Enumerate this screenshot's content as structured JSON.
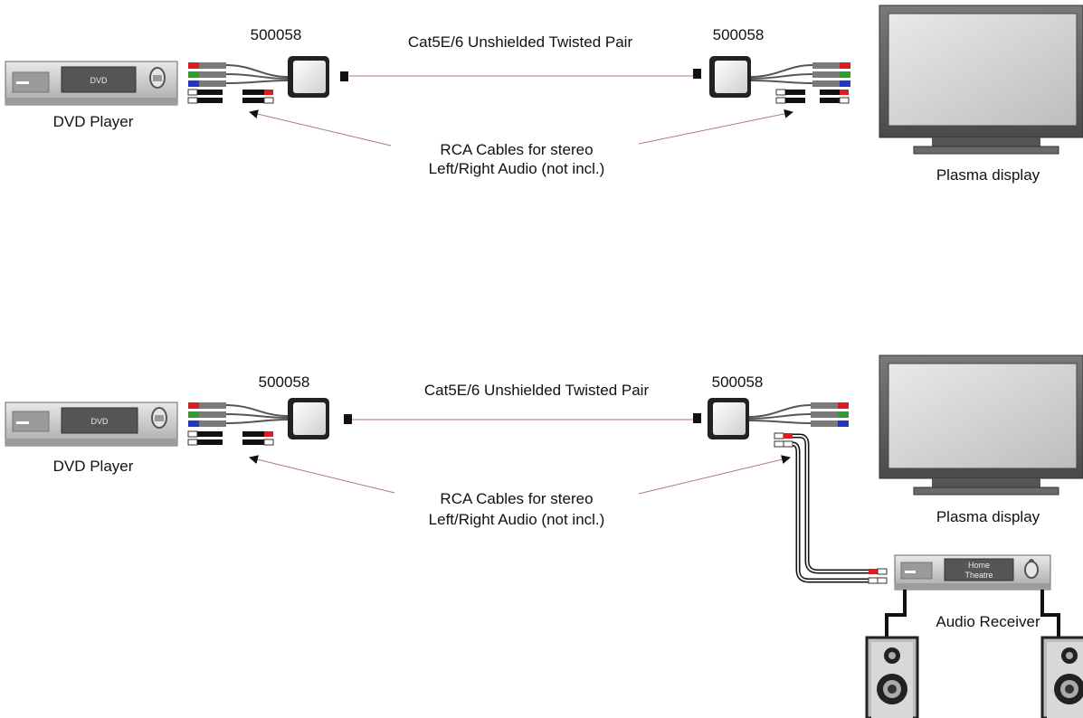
{
  "diagram_top": {
    "left_device_label": "DVD Player",
    "left_device_screen": "DVD",
    "left_balun_label": "500058",
    "right_balun_label": "500058",
    "cable_label": "Cat5E/6 Unshielded Twisted Pair",
    "rca_note_line1": "RCA Cables for stereo",
    "rca_note_line2": "Left/Right Audio (not incl.)",
    "right_device_label": "Plasma display"
  },
  "diagram_bottom": {
    "left_device_label": "DVD Player",
    "left_device_screen": "DVD",
    "left_balun_label": "500058",
    "right_balun_label": "500058",
    "cable_label": "Cat5E/6 Unshielded Twisted Pair",
    "rca_note_line1": "RCA Cables for stereo",
    "rca_note_line2": "Left/Right Audio (not incl.)",
    "right_device_label": "Plasma display",
    "receiver_screen_line1": "Home",
    "receiver_screen_line2": "Theatre",
    "receiver_label": "Audio Receiver"
  },
  "colors": {
    "video_red": "#d81e1e",
    "video_green": "#2f9e2f",
    "video_blue": "#2436c8",
    "audio_white": "#f2f2f2",
    "cat5_line": "#b07a7a"
  }
}
